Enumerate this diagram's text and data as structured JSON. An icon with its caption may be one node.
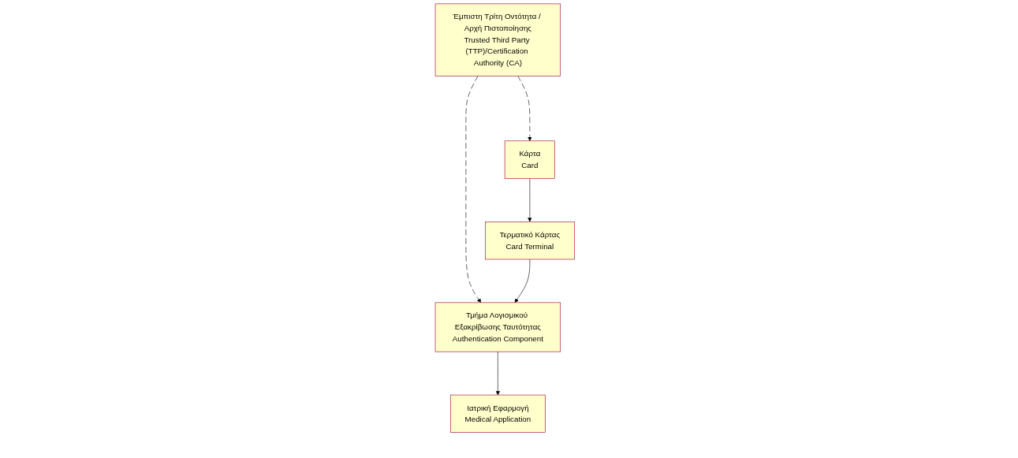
{
  "diagram": {
    "nodes": [
      {
        "text": [
          "Έμπιστη Τρίτη Οντότητα / Αρχή Πιστοποίησης",
          "Trusted Third Party (TTP)/Certification Authority (CA)"
        ]
      },
      {
        "text": [
          "Κάρτα",
          "Card"
        ]
      },
      {
        "text": [
          "Τερματικό Κάρτας",
          "Card Terminal"
        ]
      },
      {
        "text": [
          "Τμήμα Λογισμικού Εξακρίβωσης Ταυτότητας",
          "Authentication Component"
        ]
      },
      {
        "text": [
          "Ιατρική Εφαρμογή",
          "Medical Application"
        ]
      }
    ],
    "edges": [
      {
        "from": 0,
        "to": 1,
        "arrow": "to",
        "style": "dashed"
      },
      {
        "from": 0,
        "to": 3,
        "arrow": "to",
        "style": "dashed"
      },
      {
        "from": 1,
        "to": 2,
        "arrow": "to"
      },
      {
        "from": 2,
        "to": 3,
        "arrow": "to"
      },
      {
        "from": 3,
        "to": 4,
        "arrow": "to"
      }
    ]
  }
}
